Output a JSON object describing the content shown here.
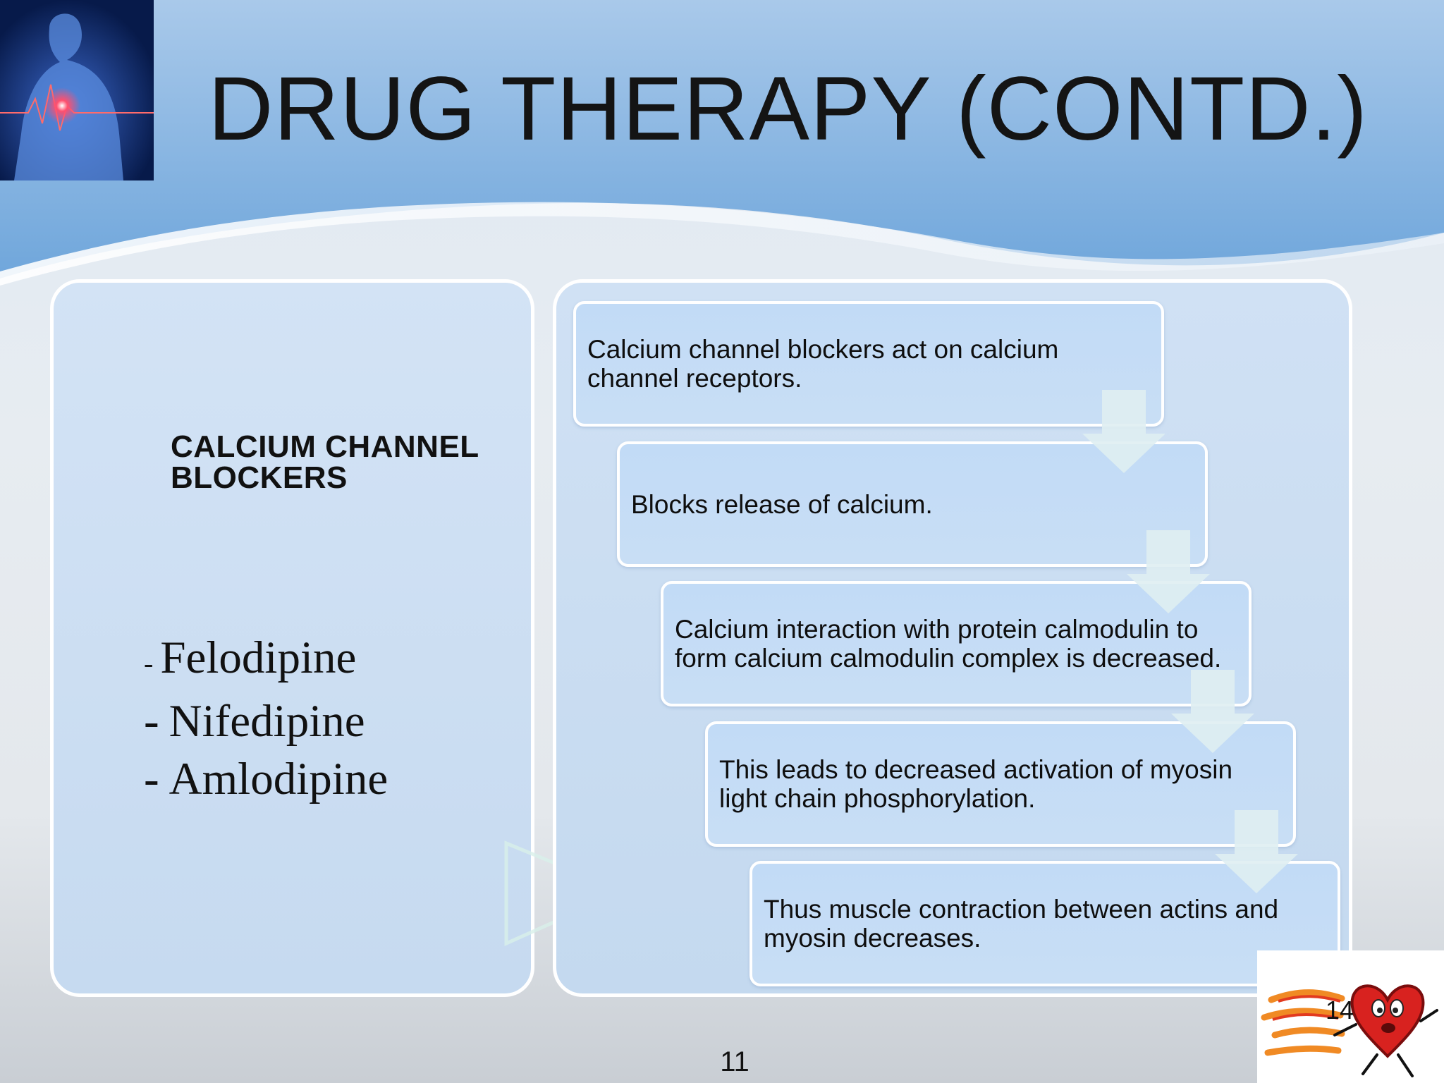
{
  "slide": {
    "title": "DRUG THERAPY (CONTD.)",
    "page_number": "11",
    "corner_number": "14"
  },
  "left_panel": {
    "heading": "CALCIUM CHANNEL BLOCKERS",
    "drugs": [
      {
        "dash": "-",
        "name": "Felodipine"
      },
      {
        "dash": "-",
        "name": "Nifedipine"
      },
      {
        "dash": "-",
        "name": "Amlodipine"
      }
    ]
  },
  "flow_steps": [
    {
      "text": "Calcium channel blockers act on calcium channel receptors."
    },
    {
      "text": "Blocks release of calcium."
    },
    {
      "text": "Calcium interaction with protein calmodulin to form calcium calmodulin complex is decreased."
    },
    {
      "text": "This leads to decreased activation of myosin light chain phosphorylation."
    },
    {
      "text": "Thus muscle contraction between actins and myosin decreases."
    }
  ],
  "colors": {
    "header_blue": "#7fb0df",
    "panel_fill": "#c9dcf1",
    "step_fill": "#c2dbf6",
    "arrow_fill": "#dfeef2"
  }
}
